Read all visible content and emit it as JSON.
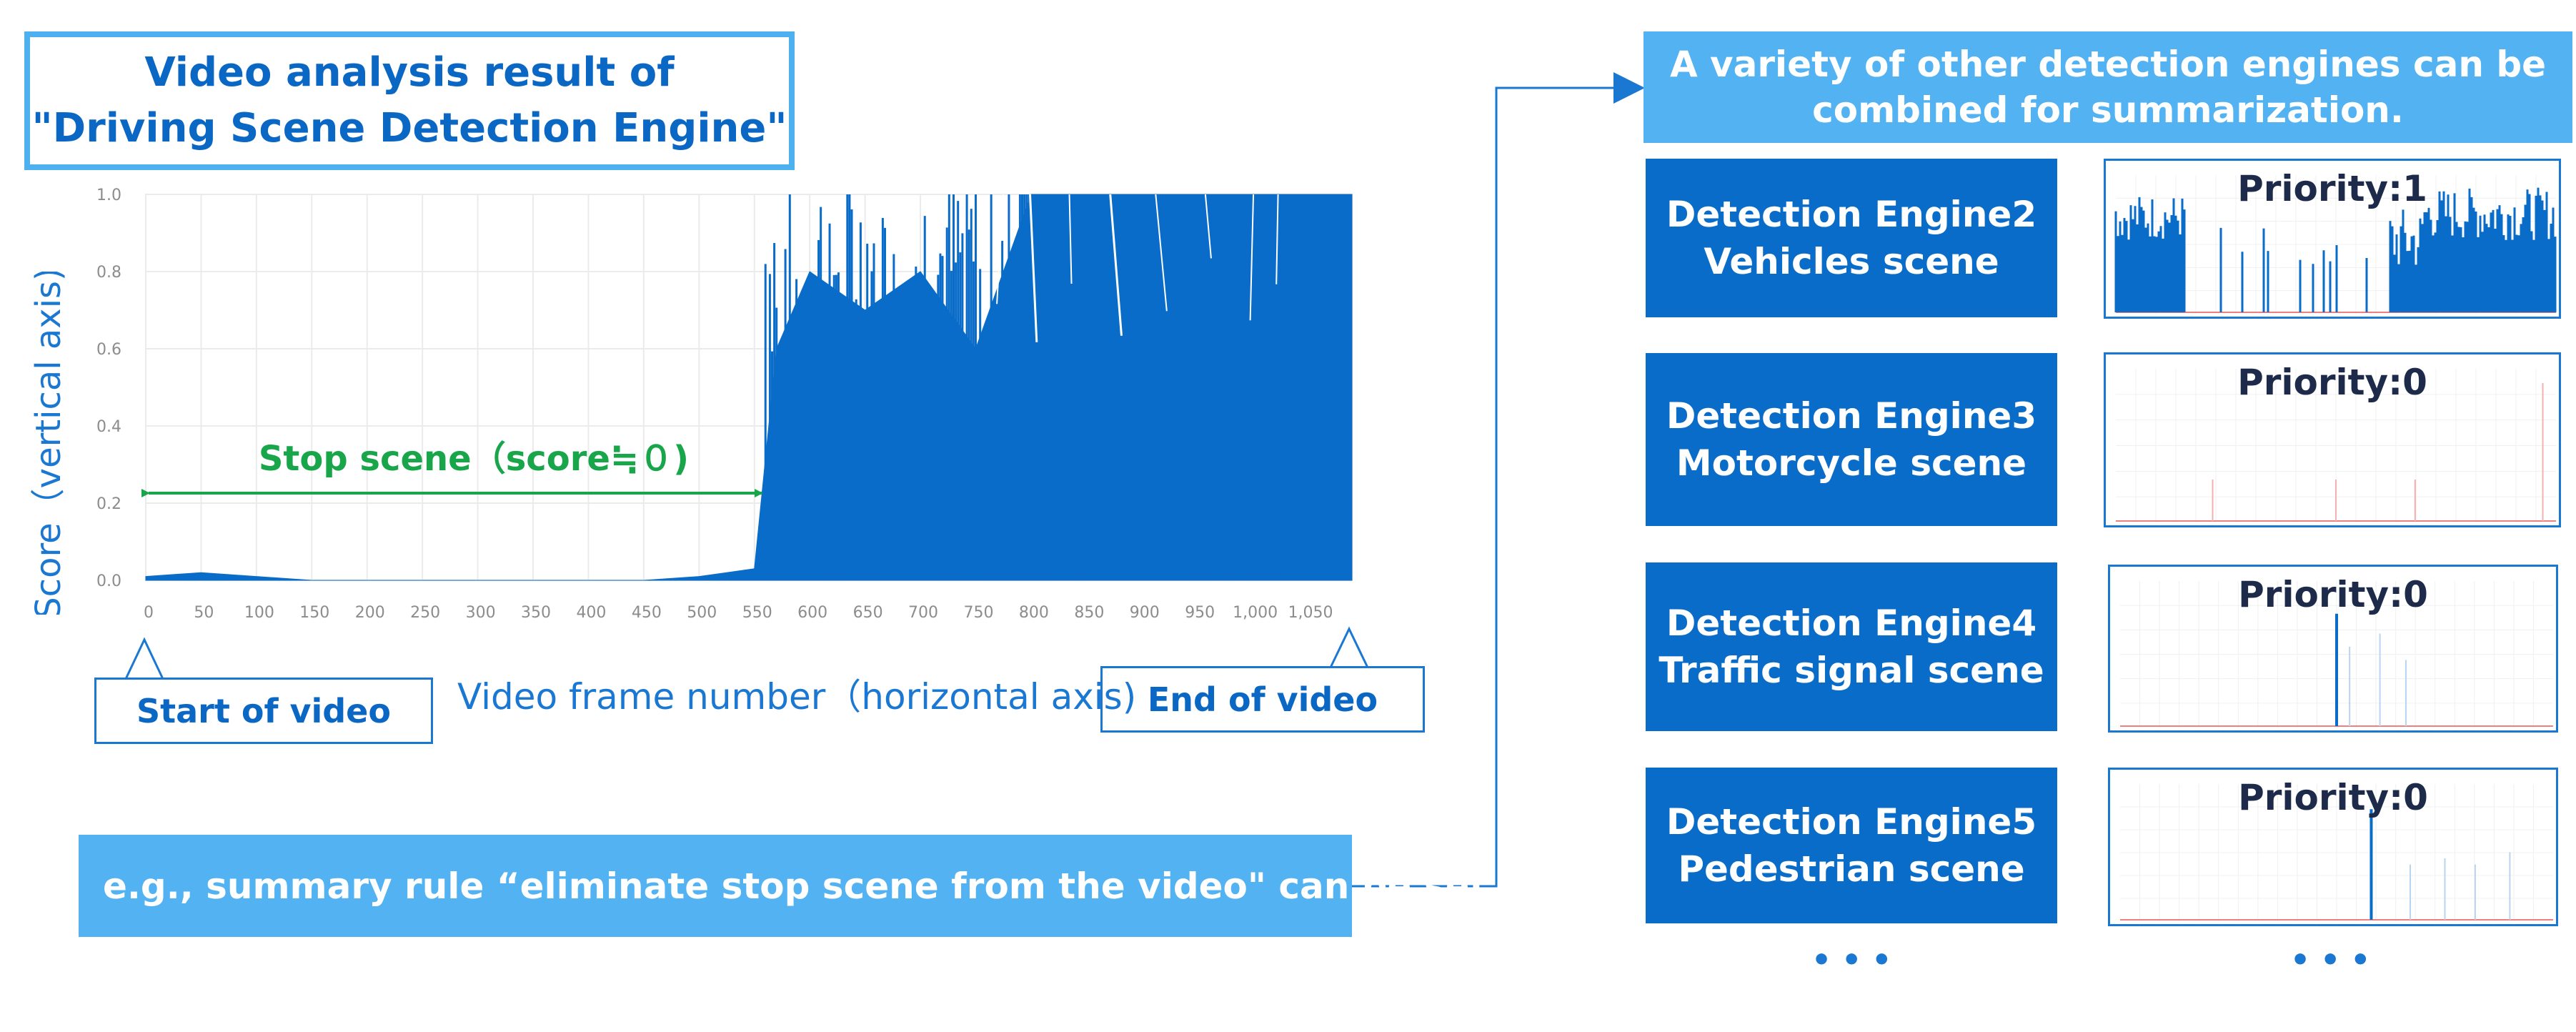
{
  "title": {
    "line1": "Video analysis result of",
    "line2": "\"Driving Scene Detection Engine\""
  },
  "chart_data": {
    "type": "area",
    "ylabel": "Score（vertical axis)",
    "xlabel": "Video frame number（horizontal axis)",
    "ylim": [
      0,
      1.0
    ],
    "xlim": [
      0,
      1090
    ],
    "yticks": [
      "0.0",
      "0.2",
      "0.4",
      "0.6",
      "0.8",
      "1.0"
    ],
    "xticks": [
      "0",
      "50",
      "100",
      "150",
      "200",
      "250",
      "300",
      "350",
      "400",
      "450",
      "500",
      "550",
      "600",
      "650",
      "700",
      "750",
      "800",
      "850",
      "900",
      "950",
      "1,000",
      "1,050"
    ],
    "x": [
      0,
      50,
      100,
      150,
      200,
      250,
      300,
      350,
      400,
      450,
      500,
      550,
      570,
      600,
      650,
      700,
      750,
      800,
      850,
      900,
      950,
      1000,
      1050,
      1090
    ],
    "values": [
      0.01,
      0.02,
      0.01,
      0.0,
      0.0,
      0.0,
      0.0,
      0.0,
      0.0,
      0.0,
      0.01,
      0.03,
      0.6,
      0.8,
      0.7,
      0.8,
      0.6,
      1.0,
      1.0,
      1.0,
      1.0,
      1.0,
      1.0,
      1.0
    ],
    "grid": true,
    "annotation": "Stop scene（score≒０)"
  },
  "callouts": {
    "start": "Start of video",
    "end": "End of video"
  },
  "summary_rule": "e.g., summary rule “eliminate stop scene from the video\" can be set.",
  "variety": {
    "line1": "A variety of other detection engines can be",
    "line2": "combined for summarization."
  },
  "engines": [
    {
      "line1": "Detection Engine2",
      "line2": "Vehicles scene",
      "priority": "Priority:1"
    },
    {
      "line1": "Detection Engine3",
      "line2": "Motorcycle scene",
      "priority": "Priority:0"
    },
    {
      "line1": "Detection Engine4",
      "line2": "Traffic signal scene",
      "priority": "Priority:0"
    },
    {
      "line1": "Detection Engine5",
      "line2": "Pedestrian scene",
      "priority": "Priority:0"
    }
  ],
  "ellipsis": "•••",
  "colors": {
    "accent": "#0a6cc9",
    "light_blue": "#53b2f2",
    "annotation_green": "#19a64a",
    "zero_line_red": "#f08080"
  }
}
